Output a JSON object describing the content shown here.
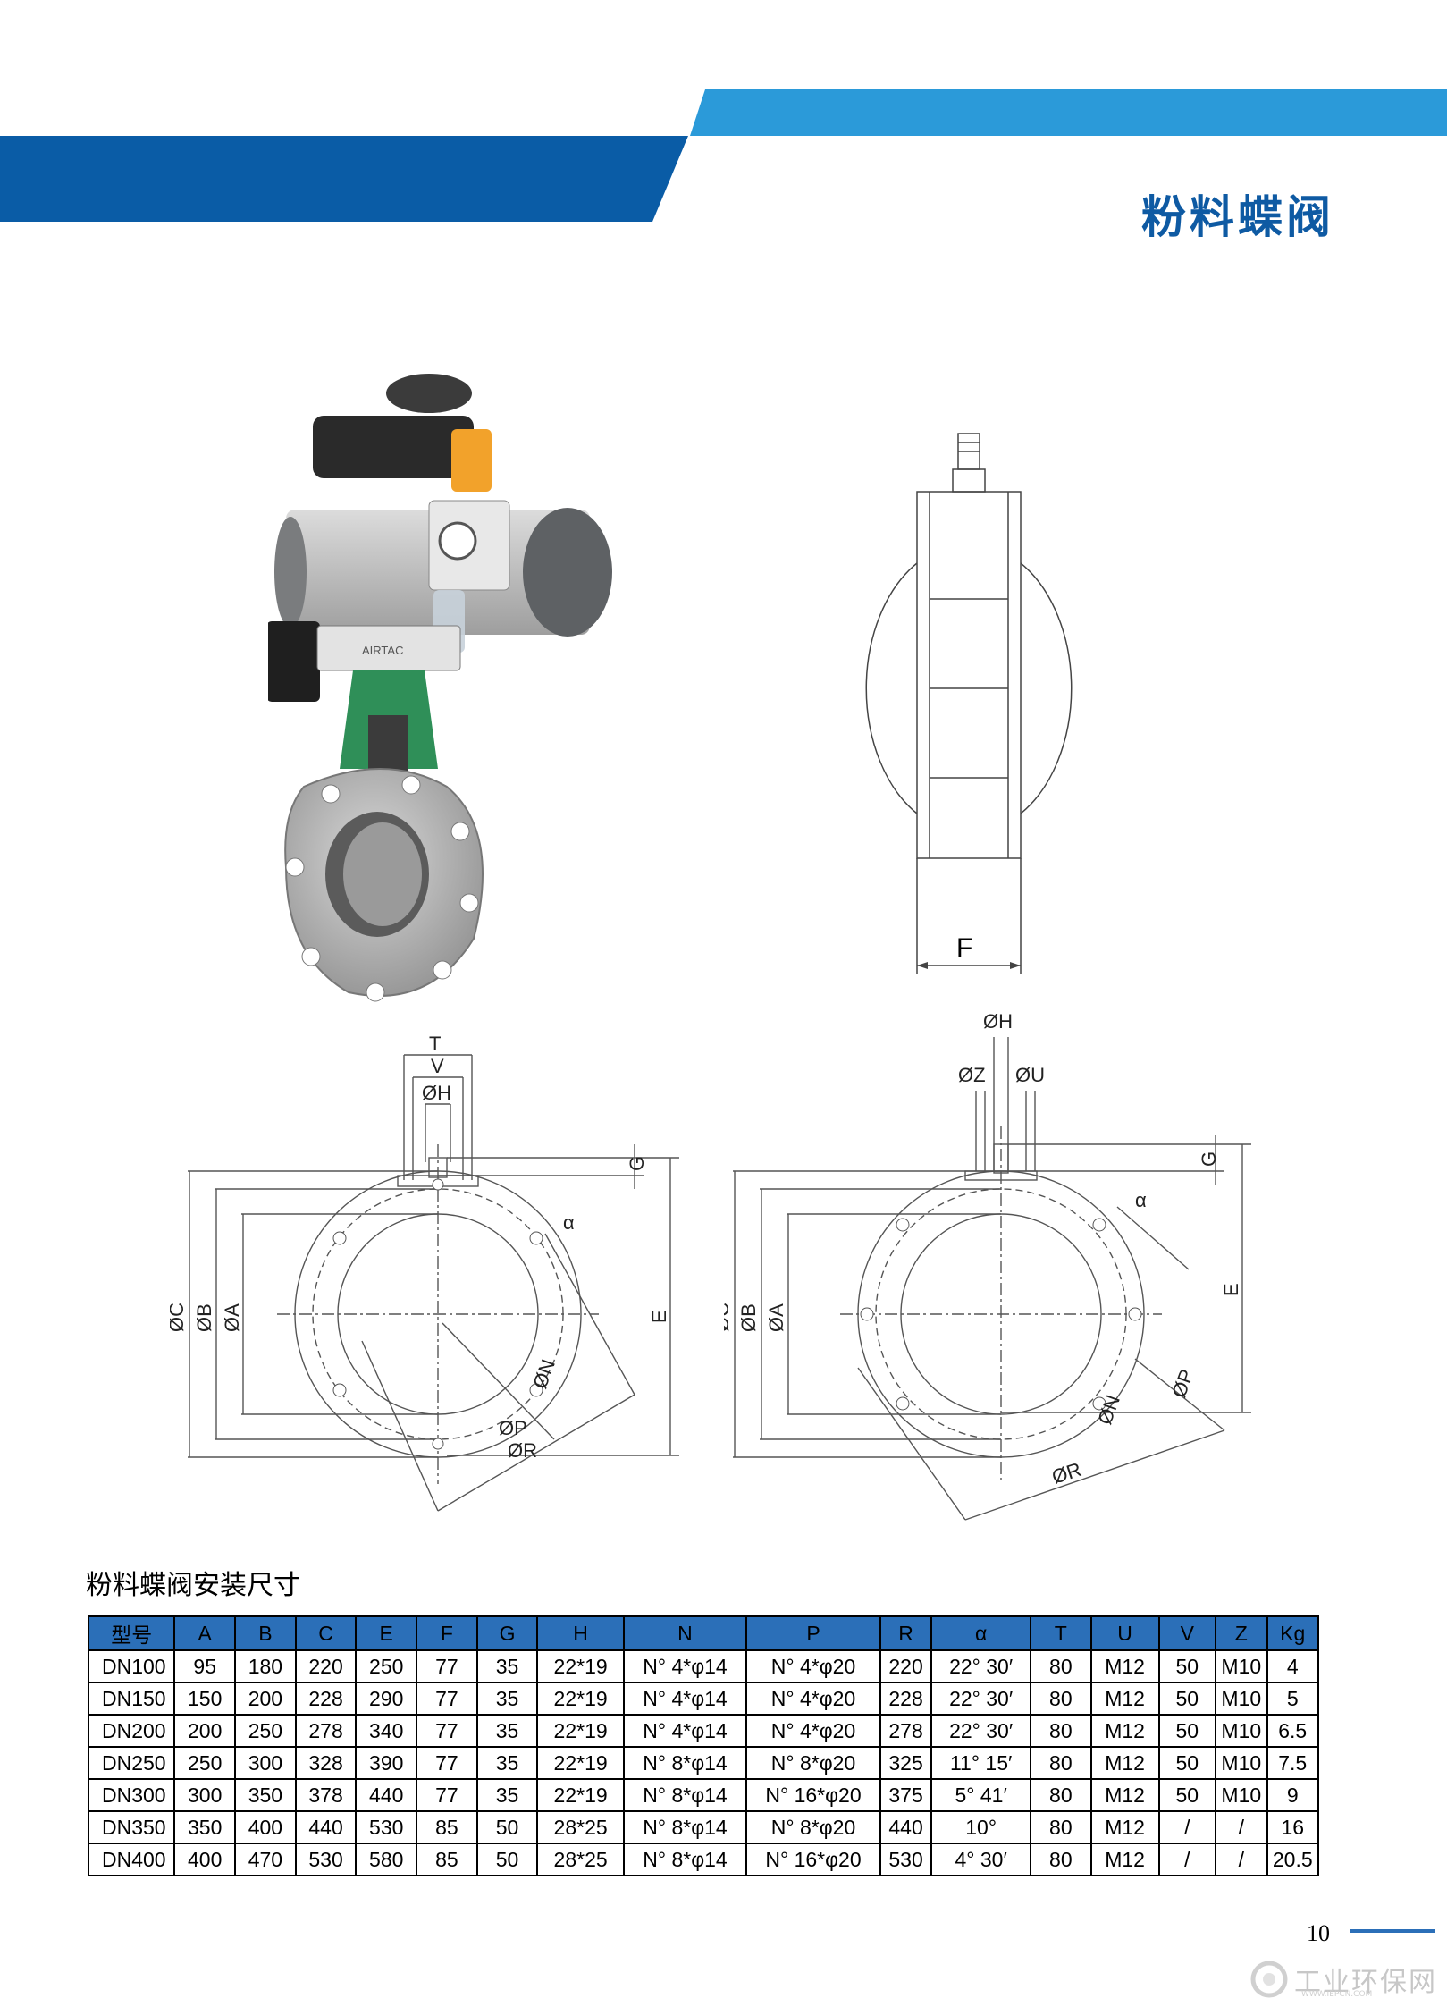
{
  "header": {
    "title": "粉料蝶阀"
  },
  "photo": {
    "nameplate": "AIRTAC"
  },
  "drawings": {
    "side_view": {
      "dim_label": "F"
    },
    "front_left": {
      "dims": [
        "T",
        "V",
        "ØH",
        "G",
        "E",
        "ØC",
        "ØB",
        "ØA",
        "α",
        "ØN",
        "ØP",
        "ØR"
      ]
    },
    "front_right": {
      "dims": [
        "ØH",
        "ØZ",
        "ØU",
        "G",
        "E",
        "ØC",
        "ØB",
        "ØA",
        "α",
        "ØP",
        "ØN",
        "ØR"
      ]
    }
  },
  "section": {
    "caption": "粉料蝶阀安装尺寸"
  },
  "table": {
    "headers": [
      "型号",
      "A",
      "B",
      "C",
      "E",
      "F",
      "G",
      "H",
      "N",
      "P",
      "R",
      "α",
      "T",
      "U",
      "V",
      "Z",
      "Kg"
    ],
    "rows": [
      [
        "DN100",
        "95",
        "180",
        "220",
        "250",
        "77",
        "35",
        "22*19",
        "N° 4*φ14",
        "N° 4*φ20",
        "220",
        "22° 30′",
        "80",
        "M12",
        "50",
        "M10",
        "4"
      ],
      [
        "DN150",
        "150",
        "200",
        "228",
        "290",
        "77",
        "35",
        "22*19",
        "N° 4*φ14",
        "N° 4*φ20",
        "228",
        "22° 30′",
        "80",
        "M12",
        "50",
        "M10",
        "5"
      ],
      [
        "DN200",
        "200",
        "250",
        "278",
        "340",
        "77",
        "35",
        "22*19",
        "N° 4*φ14",
        "N° 4*φ20",
        "278",
        "22° 30′",
        "80",
        "M12",
        "50",
        "M10",
        "6.5"
      ],
      [
        "DN250",
        "250",
        "300",
        "328",
        "390",
        "77",
        "35",
        "22*19",
        "N° 8*φ14",
        "N° 8*φ20",
        "325",
        "11° 15′",
        "80",
        "M12",
        "50",
        "M10",
        "7.5"
      ],
      [
        "DN300",
        "300",
        "350",
        "378",
        "440",
        "77",
        "35",
        "22*19",
        "N° 8*φ14",
        "N° 16*φ20",
        "375",
        "5° 41′",
        "80",
        "M12",
        "50",
        "M10",
        "9"
      ],
      [
        "DN350",
        "350",
        "400",
        "440",
        "530",
        "85",
        "50",
        "28*25",
        "N° 8*φ14",
        "N° 8*φ20",
        "440",
        "10°",
        "80",
        "M12",
        "/",
        "/",
        "16"
      ],
      [
        "DN400",
        "400",
        "470",
        "530",
        "580",
        "85",
        "50",
        "28*25",
        "N° 8*φ14",
        "N° 16*φ20",
        "530",
        "4° 30′",
        "80",
        "M12",
        "/",
        "/",
        "20.5"
      ]
    ]
  },
  "footer": {
    "page_number": "10",
    "watermark_text": "工业环保网",
    "watermark_url": "WWW.IEPCN.COM"
  }
}
